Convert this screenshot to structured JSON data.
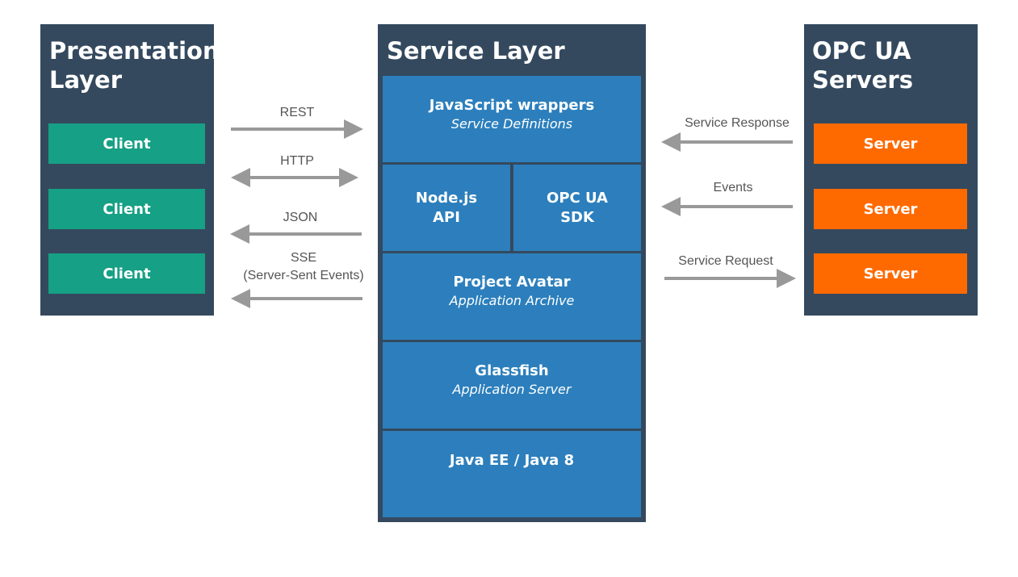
{
  "presentation": {
    "title": "Presentation\nLayer",
    "clients": [
      "Client",
      "Client",
      "Client"
    ]
  },
  "service": {
    "title": "Service Layer",
    "wrappers": {
      "title": "JavaScript wrappers",
      "subtitle": "Service Definitions"
    },
    "node": {
      "title": "Node.js\nAPI"
    },
    "opcsdk": {
      "title": "OPC UA\nSDK"
    },
    "avatar": {
      "title": "Project Avatar",
      "subtitle": "Application Archive"
    },
    "glassfish": {
      "title": "Glassfish",
      "subtitle": "Application Server"
    },
    "javaee": {
      "title": "Java EE / Java 8"
    }
  },
  "opc": {
    "title": "OPC UA\nServers",
    "servers": [
      "Server",
      "Server",
      "Server"
    ]
  },
  "connections": {
    "rest": "REST",
    "http": "HTTP",
    "json": "JSON",
    "sse": "SSE",
    "sse_full": "(Server-Sent Events)",
    "service_response": "Service Response",
    "events": "Events",
    "service_request": "Service Request"
  },
  "colors": {
    "panel": "#34495e",
    "client": "#16a085",
    "server": "#ff6a00",
    "service_cell": "#2c7fbc",
    "arrow": "#999999"
  }
}
